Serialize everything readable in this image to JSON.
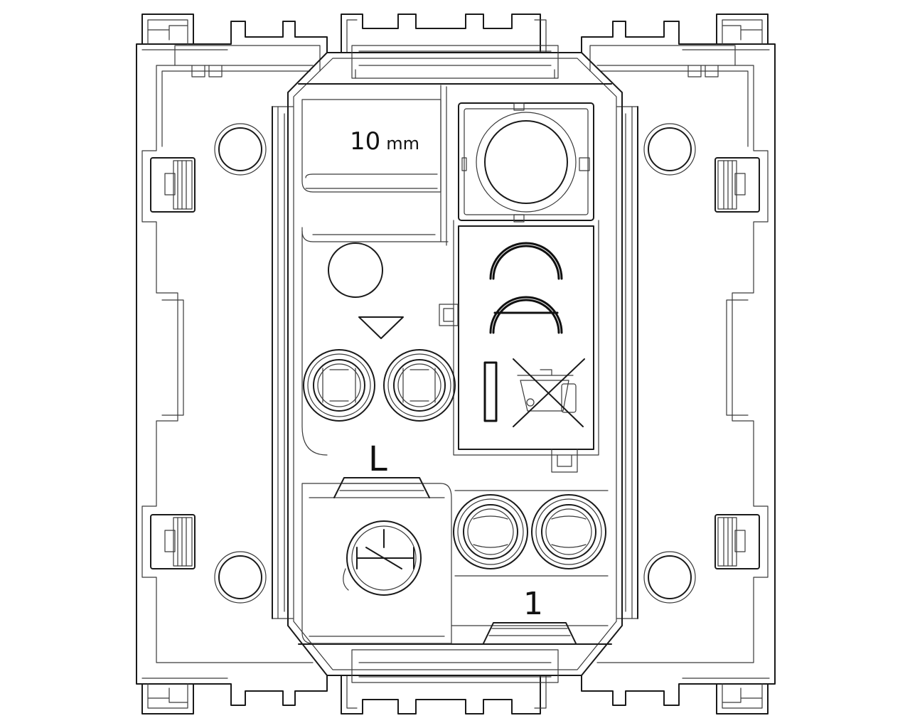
{
  "labels": {
    "strip_length": "10",
    "strip_unit": "mm",
    "terminal_live": "L",
    "terminal_one": "1"
  },
  "colors": {
    "line": "#1a1a1a",
    "background": "#ffffff"
  },
  "marks": {
    "conformity": "ce-mark-icon",
    "disposal": "crossed-out-bin-icon",
    "arrow": "down-triangle-icon",
    "circuit_symbol": "switch-symbol-icon"
  }
}
